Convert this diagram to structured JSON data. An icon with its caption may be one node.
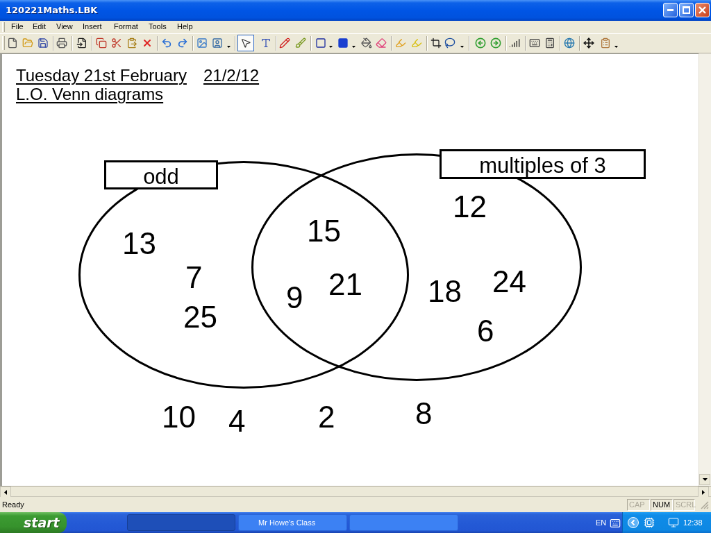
{
  "diagram": {
    "nodes": [
      {
        "text": [
          "odd"
        ]
      },
      {
        "text": [
          "multiples of 3"
        ]
      },
      {
        "text": [
          "13",
          "7",
          "25"
        ]
      },
      {
        "text": [
          "12",
          "18",
          "24",
          "6"
        ]
      }
    ],
    "labels": [
      "120221Maths.LBK",
      "File",
      "Edit",
      "View",
      "Insert",
      "Format",
      "Tools",
      "Help",
      "Tuesday 21st February",
      "21/2/12",
      "L.O. Venn diagrams",
      "15",
      "9",
      "21",
      "10",
      "4",
      "2",
      "8",
      "Ready",
      "CAP",
      "NUM",
      "SCRL",
      "start",
      "Mr Howe's Class",
      "EN",
      "12:38"
    ]
  }
}
